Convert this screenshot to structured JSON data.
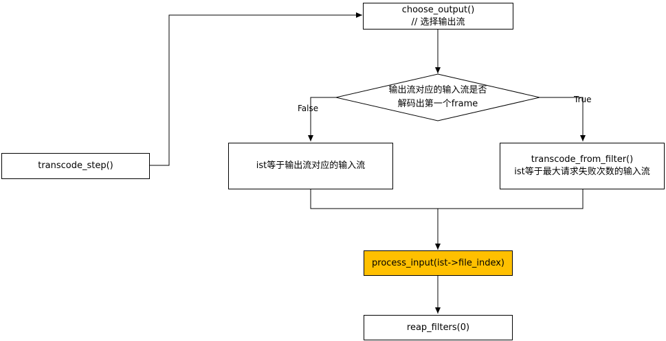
{
  "nodes": {
    "transcode_step": {
      "line1": "transcode_step()"
    },
    "choose_output": {
      "line1": "choose_output()",
      "line2": "// 选择输出流"
    },
    "decision": {
      "line1": "输出流对应的输入流是否",
      "line2": "解码出第一个frame"
    },
    "false_branch": {
      "line1": "ist等于输出流对应的输入流"
    },
    "true_branch": {
      "line1": "transcode_from_filter()",
      "line2": "ist等于最大请求失败次数的输入流"
    },
    "process_input": {
      "line1": "process_input(ist->file_index)"
    },
    "reap_filters": {
      "line1": "reap_filters(0)"
    }
  },
  "edges": {
    "false_label": "False",
    "true_label": "True"
  },
  "colors": {
    "highlight_fill": "#ffc000",
    "stroke": "#000000"
  }
}
